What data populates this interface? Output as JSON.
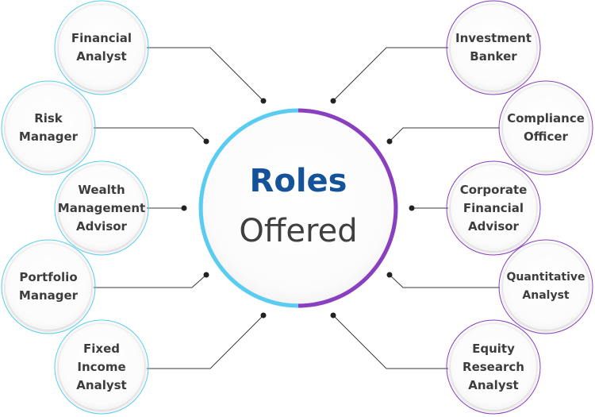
{
  "center": {
    "title": "Roles",
    "subtitle": "Offered"
  },
  "colors": {
    "left_ring": "#59cdf1",
    "right_ring": "#8a3fc0",
    "title": "#14539a",
    "text": "#3d3d3d"
  },
  "roles_left": [
    "Financial\nAnalyst",
    "Risk\nManager",
    "Wealth\nManagement\nAdvisor",
    "Portfolio\nManager",
    "Fixed\nIncome\nAnalyst"
  ],
  "roles_right": [
    "Investment\nBanker",
    "Compliance\nOfficer",
    "Corporate\nFinancial\nAdvisor",
    "Quantitative\nAnalyst",
    "Equity\nResearch\nAnalyst"
  ]
}
